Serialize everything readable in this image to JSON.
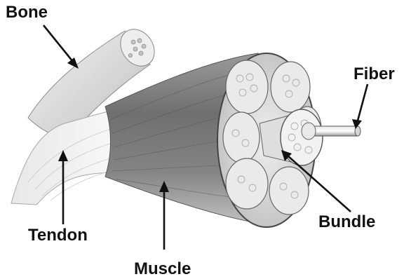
{
  "diagram": {
    "labels": {
      "bone": "Bone",
      "fiber": "Fiber",
      "tendon": "Tendon",
      "bundle": "Bundle",
      "muscle": "Muscle"
    },
    "colors": {
      "text": "#111111",
      "arrow": "#111111",
      "bone": "#d9d9d9",
      "tendon": "#eeeeee",
      "muscle_dark": "#6e6e6e",
      "muscle_light": "#b9b9b9",
      "cross_section": "#e6e6e6"
    }
  }
}
